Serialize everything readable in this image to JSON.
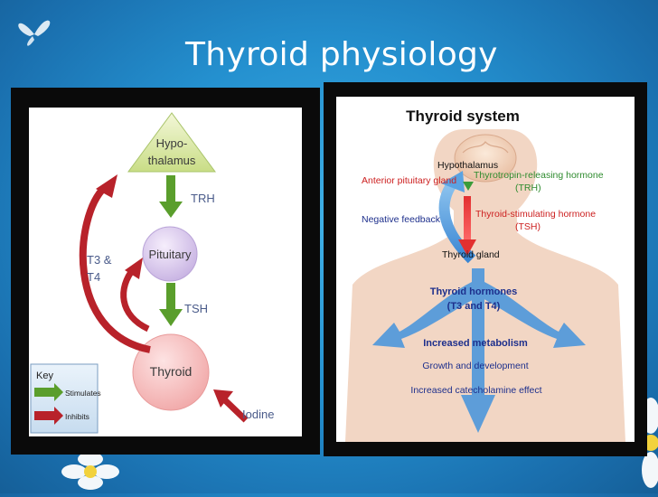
{
  "title": "Thyroid physiology",
  "left_diagram": {
    "hypothalamus_line1": "Hypo-",
    "hypothalamus_line2": "thalamus",
    "trh": "TRH",
    "pituitary": "Pituitary",
    "tsh": "TSH",
    "thyroid": "Thyroid",
    "iodine": "Iodine",
    "t3_line1": "T3 &",
    "t3_line2": "T4",
    "key": {
      "title": "Key",
      "stimulates": "Stimulates",
      "inhibits": "Inhibits"
    },
    "colors": {
      "stimulate": "#5a9e2c",
      "inhibit": "#b8222a"
    }
  },
  "right_diagram": {
    "title": "Thyroid system",
    "hypothalamus": "Hypothalamus",
    "anterior_pituitary": "Anterior pituitary gland",
    "trh_line1": "Thyrotropin-releasing hormone",
    "trh_line2": "(TRH)",
    "tsh_line1": "Thyroid-stimulating hormone",
    "tsh_line2": "(TSH)",
    "negative_feedback": "Negative feedback",
    "thyroid_gland": "Thyroid gland",
    "hormones_line1": "Thyroid hormones",
    "hormones_line2": "(T3 and T4)",
    "metabolism": "Increased metabolism",
    "growth": "Growth and development",
    "catecholamine": "Increased catecholamine effect",
    "colors": {
      "green_text": "#2e8b2e",
      "red_text": "#cc1f1f",
      "blue_text": "#1d2f8c"
    }
  }
}
